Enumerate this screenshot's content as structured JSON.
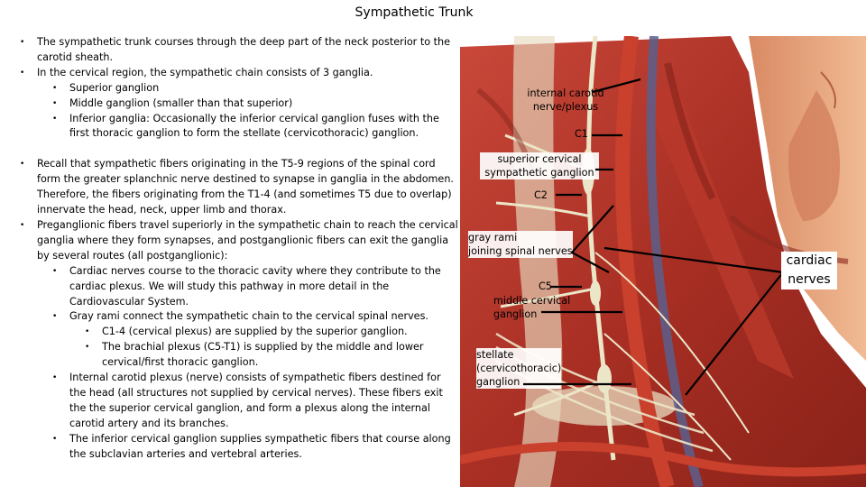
{
  "title": "Sympathetic Trunk",
  "text": {
    "b1": "The sympathetic trunk courses through the deep part of the neck posterior to the carotid sheath.",
    "b2": "In the cervical region, the sympathetic chain consists of 3 ganglia.",
    "b2_1": "Superior ganglion",
    "b2_2": "Middle ganglion (smaller than that superior)",
    "b2_3": "Inferior ganglia:  Occasionally the inferior cervical ganglion fuses with the first thoracic ganglion to form the stellate (cervicothoracic) ganglion.",
    "b3": "Recall that sympathetic fibers originating in the T5-9 regions of the spinal cord form the greater splanchnic nerve destined to synapse in ganglia in the abdomen. Therefore, the fibers originating from the T1-4  (and sometimes T5 due to overlap) innervate the head, neck, upper limb and thorax.",
    "b4": "Preganglionic fibers travel superiorly in the sympathetic chain to reach the cervical ganglia where they form synapses, and postganglionic fibers can exit the ganglia by several routes (all postganglionic):",
    "b4_1": "Cardiac nerves course to the thoracic cavity where they contribute to the cardiac plexus. We will study this pathway in more detail in the Cardiovascular System.",
    "b4_2": "Gray rami  connect the sympathetic chain to the cervical spinal nerves.",
    "b4_2_1": "C1-4  (cervical plexus) are supplied by the superior ganglion.",
    "b4_2_2": "The brachial plexus (C5-T1) is supplied by the middle and  lower cervical/first thoracic ganglion.",
    "b4_3": "Internal carotid plexus (nerve) consists of sympathetic fibers destined for the head (all structures not supplied by cervical nerves). These fibers exit the the superior cervical ganglion, and form a plexus along the internal carotid artery and its branches.",
    "b4_4": "The inferior cervical ganglion supplies sympathetic fibers that course along the subclavian arteries and vertebral arteries."
  },
  "labels": {
    "internal_carotid_1": "internal carotid",
    "internal_carotid_2": "nerve/plexus",
    "c1": "C1",
    "superior_cervical_1": "superior cervical",
    "superior_cervical_2": "sympathetic ganglion",
    "c2": "C2",
    "gray_rami_1": "gray rami",
    "gray_rami_2": "joining spinal nerves",
    "c5": "C5",
    "middle_cervical_1": "middle cervical",
    "middle_cervical_2": "ganglion",
    "stellate_1": "stellate",
    "stellate_2": "(cervicothoracic)",
    "stellate_3": "ganglion",
    "cardiac_1": "cardiac",
    "cardiac_2": "nerves"
  },
  "colors": {
    "muscle": "#b8382b",
    "muscle_dark": "#7a1e16",
    "skin": "#e3a47c",
    "nerve": "#ece6c8",
    "artery": "#c9402c",
    "vein": "#5a5f8c",
    "bone": "#e8dcc0"
  }
}
